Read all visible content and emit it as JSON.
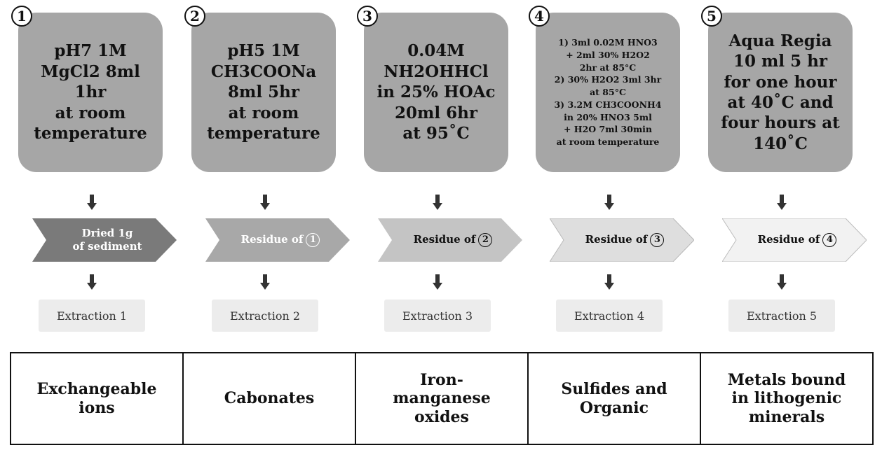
{
  "steps": [
    {
      "number": "1",
      "reagent": "pH7 1M\nMgCl2 8ml\n1hr\nat room\ntemperature",
      "input_label": "Dried 1g\nof sediment",
      "input_ref": "",
      "extraction": "Extraction 1",
      "fraction": "Exchangeable\nions"
    },
    {
      "number": "2",
      "reagent": "pH5 1M\nCH3COONa\n8ml 5hr\nat room\ntemperature",
      "input_label": "Residue of",
      "input_ref": "1",
      "extraction": "Extraction 2",
      "fraction": "Cabonates"
    },
    {
      "number": "3",
      "reagent": "0.04M\nNH2OHHCl\nin 25% HOAc\n20ml 6hr\nat 95˚C",
      "input_label": "Residue of",
      "input_ref": "2",
      "extraction": "Extraction 3",
      "fraction": "Iron-\nmanganese\noxides"
    },
    {
      "number": "4",
      "reagent": "1) 3ml 0.02M HNO3\n+ 2ml 30% H2O2\n2hr at 85°C\n2) 30% H2O2 3ml 3hr\nat 85°C\n3) 3.2M CH3COONH4\nin 20% HNO3 5ml\n+ H2O 7ml 30min\nat room temperature",
      "input_label": "Residue of",
      "input_ref": "3",
      "extraction": "Extraction 4",
      "fraction": "Sulfides and\nOrganic"
    },
    {
      "number": "5",
      "reagent": "Aqua Regia\n10 ml 5 hr\nfor one hour\nat 40˚C and\nfour hours at\n140˚C",
      "input_label": "Residue of",
      "input_ref": "4",
      "extraction": "Extraction 5",
      "fraction": "Metals bound\nin lithogenic\nminerals"
    }
  ],
  "colors": {
    "step_box": "#a6a6a6",
    "chevrons": [
      "#7a7a7a",
      "#a8a8a8",
      "#c4c4c4",
      "#dedede",
      "#f2f2f2"
    ],
    "chevron_text": [
      "#ffffff",
      "#ffffff",
      "#111111",
      "#111111",
      "#111111"
    ],
    "extraction_bg": "#ececec"
  }
}
